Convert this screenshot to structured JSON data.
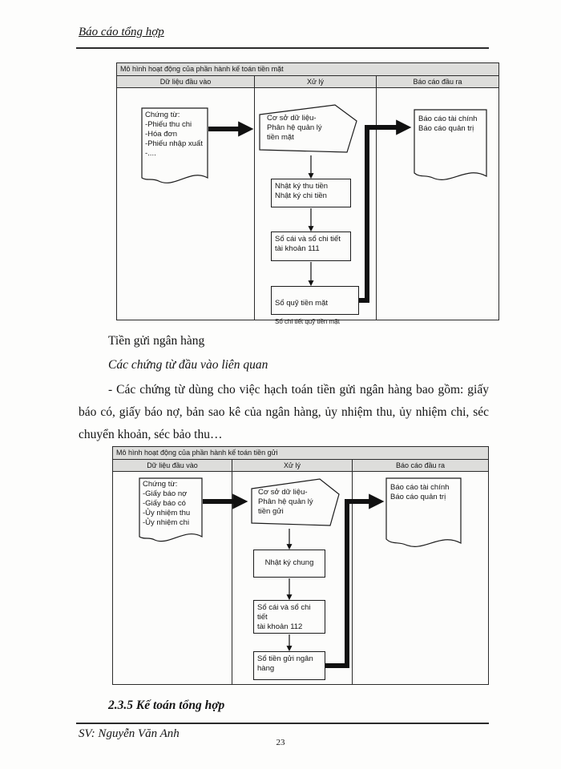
{
  "header": {
    "title": "Báo cáo tổng hợp"
  },
  "diagram_cash": {
    "title": "Mô hình hoạt động của phần hành kế toán tiền mặt",
    "col_input": "Dữ liệu đầu vào",
    "col_process": "Xử lý",
    "col_output": "Báo cáo đầu ra",
    "input_doc": "Chứng từ:\n-Phiếu thu chi\n-Hóa đơn\n-Phiếu nhập xuất\n-....",
    "database_shape": "Cơ sở dữ liệu-\nPhân hệ quản lý\ntiền mặt",
    "journal_box": "Nhật ký thu tiền\nNhật ký chi tiền",
    "ledger_box": "Sổ cái và sổ chi tiết\ntài khoản 111",
    "fund_box_title": "Sổ quỹ tiền mặt",
    "fund_box_sub": "Sổ chi  tiết quỹ tiền mặt",
    "output_doc": "Báo cáo tài chính\nBáo cáo quản trị"
  },
  "body_text": {
    "subheading": "Tiền gửi ngân hàng",
    "caption": "Các chứng từ đầu vào liên quan",
    "paragraph": "- Các chứng từ dùng cho việc hạch toán tiền gửi ngân hàng bao gồm: giấy báo có, giấy báo nợ, bản sao kê của ngân hàng, ủy nhiệm thu, ủy nhiệm chi, séc chuyển khoản, séc bảo thu…"
  },
  "diagram_bank": {
    "title": "Mô hình hoạt động của phần hành kế toán tiền gửi",
    "col_input": "Dữ liệu đầu vào",
    "col_process": "Xử lý",
    "col_output": "Báo cáo đầu ra",
    "input_doc": "Chứng từ:\n-Giấy báo nợ\n-Giấy báo có\n-Ủy nhiệm thu\n-Ủy nhiệm chi",
    "database_shape": "Cơ sở dữ liệu-\nPhân hệ quản lý\ntiền gửi",
    "journal_box": "Nhật ký chung",
    "ledger_box": "Sổ cái và sổ chi tiết\ntài khoản 112",
    "deposit_box": "Sổ tiền gửi ngân\nhàng",
    "output_doc": "Báo cáo tài chính\nBáo cáo quản trị"
  },
  "section": {
    "heading": "2.3.5 Kế toán tổng hợp"
  },
  "footer": {
    "author": "SV: Nguyễn Văn Anh",
    "page_number": "23"
  }
}
